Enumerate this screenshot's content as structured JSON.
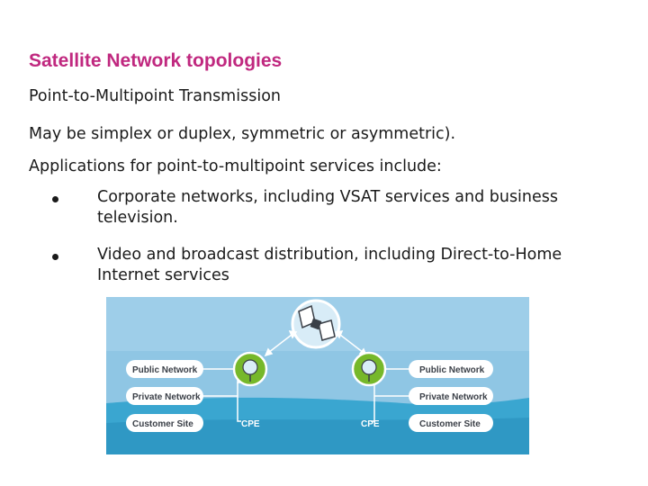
{
  "slide": {
    "title": "Satellite Network topologies",
    "lines": [
      "Point-to-Multipoint Transmission",
      "May be simplex or duplex, symmetric or asymmetric).",
      "Applications for point-to-multipoint services include:"
    ],
    "bullets": [
      "Corporate networks, including VSAT services and business television.",
      "Video and broadcast distribution, including Direct-to-Home Internet services"
    ]
  },
  "diagram": {
    "left_labels": [
      "Public Network",
      "Private Network",
      "Customer Site"
    ],
    "right_labels": [
      "Public Network",
      "Private Network",
      "Customer Site"
    ],
    "cpe_labels": [
      "CPE",
      "CPE"
    ],
    "colors": {
      "sky": "#8fc6e4",
      "ground": "#3aa6d0",
      "dish_green": "#76b82a",
      "label_box": "#ffffff"
    }
  }
}
